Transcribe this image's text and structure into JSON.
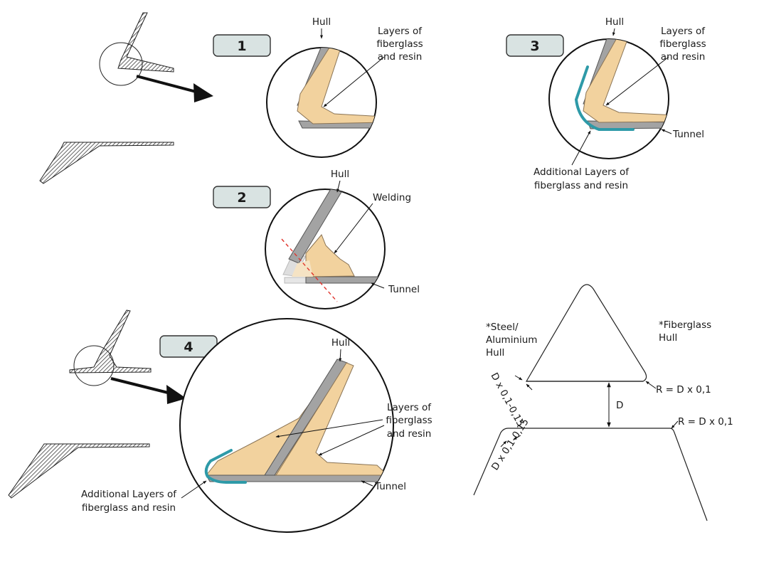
{
  "colors": {
    "hull_grey": "#a3a3a3",
    "resin_tan": "#f2d29e",
    "additional_layer_teal": "#2e9aa8",
    "badge_fill": "#d9e3e2",
    "cut_line_red": "#e0332b"
  },
  "steps": [
    {
      "number": "1",
      "hull": "Hull",
      "fiberglass": [
        "Layers of",
        "fiberglass",
        "and resin"
      ]
    },
    {
      "number": "2",
      "hull": "Hull",
      "welding": "Welding",
      "tunnel": "Tunnel"
    },
    {
      "number": "3",
      "hull": "Hull",
      "fiberglass": [
        "Layers of",
        "fiberglass",
        "and resin"
      ],
      "tunnel": "Tunnel",
      "additional": [
        "Additional Layers of",
        "fiberglass and resin"
      ]
    },
    {
      "number": "4",
      "hull": "Hull",
      "fiberglass": [
        "Layers of",
        "fiberglass",
        "and resin"
      ],
      "tunnel": "Tunnel",
      "additional": [
        "Additional Layers of",
        "fiberglass and resin"
      ]
    }
  ],
  "dimensions": {
    "steel_hull": [
      "*Steel/",
      "Aluminium",
      "Hull"
    ],
    "fiberglass_hull": [
      "*Fiberglass",
      "Hull"
    ],
    "radius_top": "R = D x 0,1",
    "radius_bottom": "R = D x 0,1",
    "gap": "D",
    "offset_top": "D x 0,1-0,15",
    "offset_bottom": "D x 0,1-0,15"
  }
}
